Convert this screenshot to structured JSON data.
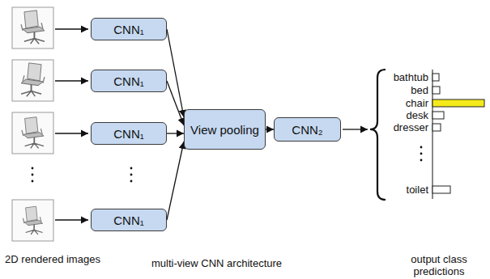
{
  "diagram": {
    "nodes": [
      {
        "text": [
          "CNN₁"
        ]
      },
      {
        "text": [
          "CNN₁"
        ]
      },
      {
        "text": [
          "CNN₁"
        ]
      },
      {
        "text": [
          "CNN₁"
        ]
      },
      {
        "text": [
          "View pooling"
        ]
      },
      {
        "text": [
          "CNN₂"
        ]
      }
    ],
    "edges": [
      {
        "from": 0,
        "to": 4,
        "arrow": "to"
      },
      {
        "from": 1,
        "to": 4,
        "arrow": "to"
      },
      {
        "from": 2,
        "to": 4,
        "arrow": "to"
      },
      {
        "from": 3,
        "to": 4,
        "arrow": "to"
      },
      {
        "from": 4,
        "to": 5,
        "arrow": "to"
      }
    ],
    "labels": [
      "bathtub",
      "bed",
      "chair",
      "desk",
      "dresser",
      "toilet",
      "2D rendered images",
      "multi-view CNN architecture",
      "output class predictions"
    ]
  }
}
